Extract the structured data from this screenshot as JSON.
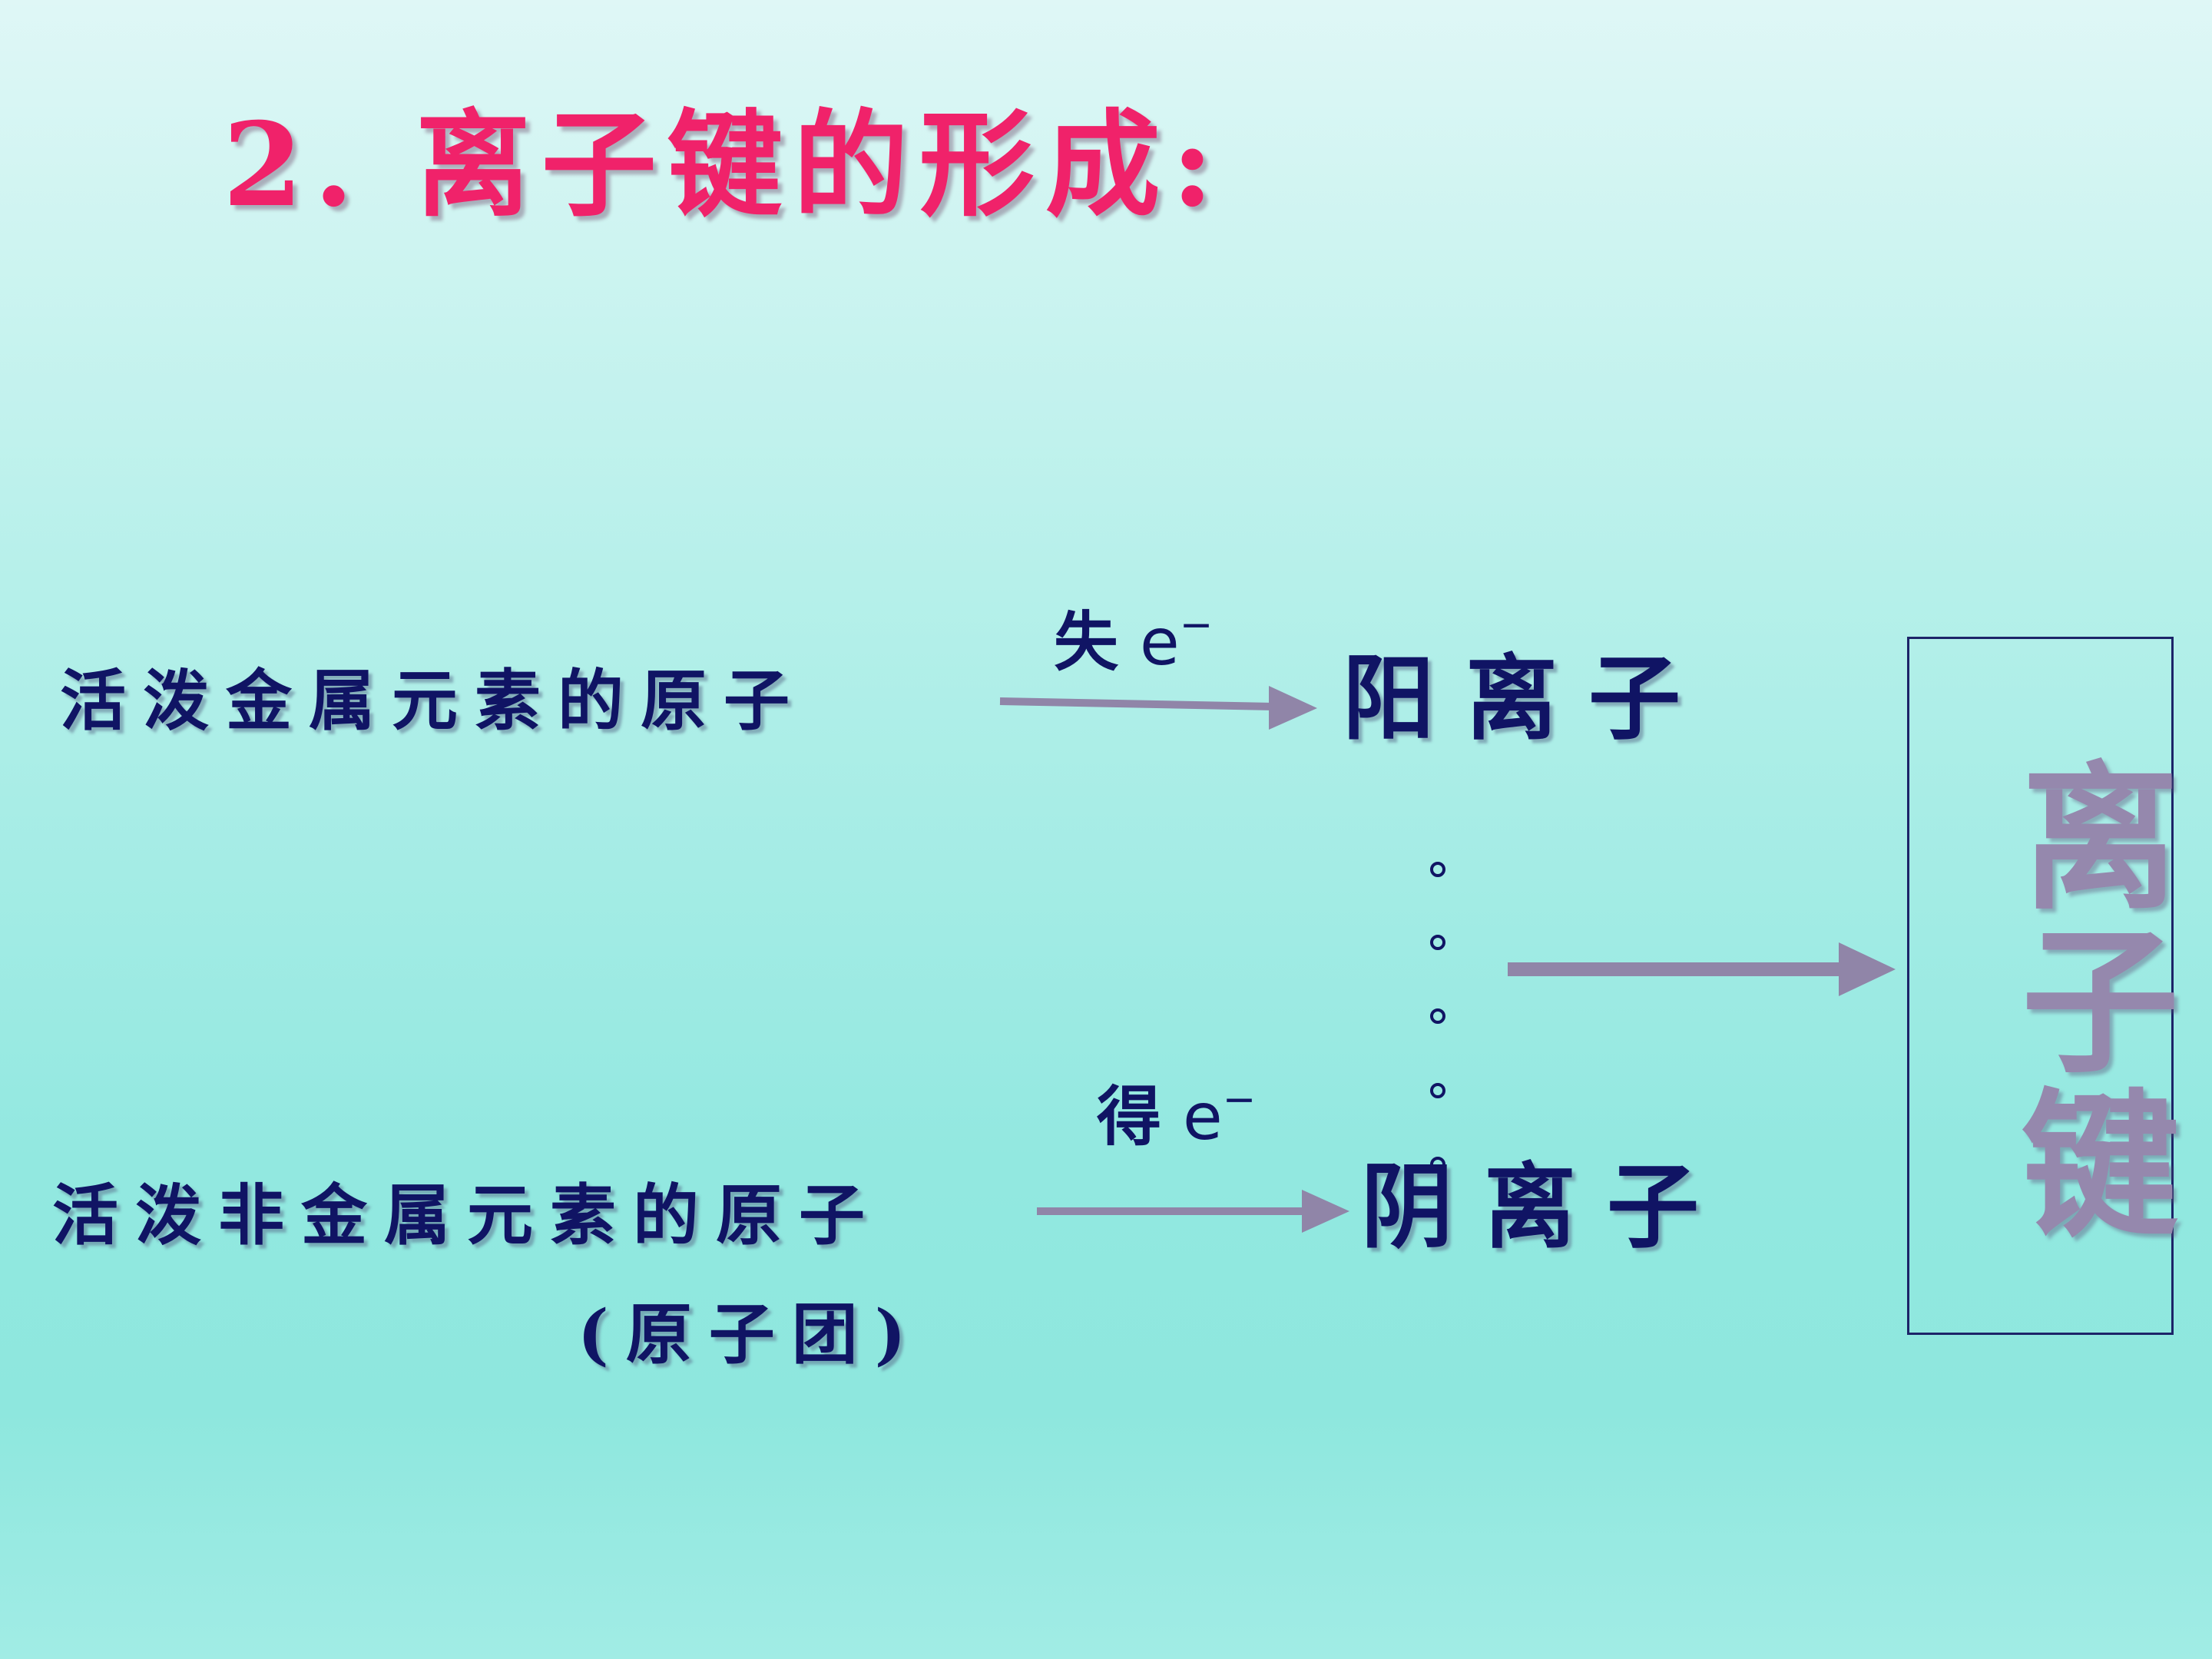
{
  "title": "2. 离子键的形成:",
  "row_metal": {
    "atom": "活泼金属元素的原子",
    "arrow_label": "失",
    "electron": "e",
    "electron_sign": "−",
    "ion": "阳离子"
  },
  "row_nonmetal": {
    "atom": "活泼非金属元素的原子",
    "atom_note": "(原子团)",
    "arrow_label": "得",
    "electron": "e",
    "electron_sign": "−",
    "ion": "阴离子"
  },
  "result": "离子键",
  "colors": {
    "title": "#f0226a",
    "text": "#101464",
    "arrow": "#9085a8",
    "result": "#9588ad"
  }
}
